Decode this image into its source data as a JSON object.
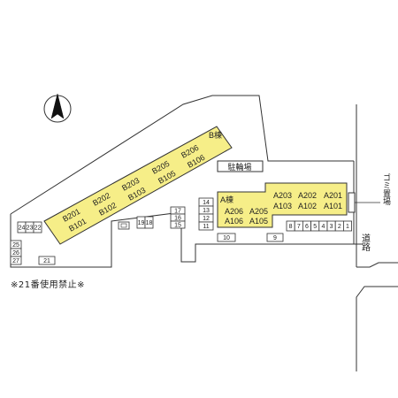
{
  "colors": {
    "building_fill": "#f6ee88",
    "line": "#333333",
    "background": "#ffffff"
  },
  "compass": {
    "icon": "north-arrow"
  },
  "building_b": {
    "name": "B棟",
    "units_upper": [
      "B201",
      "B202",
      "B203",
      "B205",
      "B206"
    ],
    "units_lower": [
      "B101",
      "B102",
      "B103",
      "B105",
      "B106"
    ]
  },
  "building_a": {
    "name": "A棟",
    "units_upper_right": [
      "A203",
      "A202",
      "A201"
    ],
    "units_lower_right": [
      "A103",
      "A102",
      "A101"
    ],
    "units_upper_left": [
      "A206",
      "A205"
    ],
    "units_lower_left": [
      "A106",
      "A105"
    ]
  },
  "bicycle_parking": "駐輪場",
  "garbage_area": "ゴミ置場",
  "road": "道路",
  "parking_spaces": {
    "left_top_row": [
      "24",
      "23",
      "22"
    ],
    "left_column": [
      "25",
      "26",
      "27"
    ],
    "bottom_single": "21",
    "middle_pair": [
      "19",
      "18"
    ],
    "center_column": [
      "17",
      "16",
      "15"
    ],
    "a_left_column": [
      "14",
      "13",
      "12",
      "11"
    ],
    "below_a": [
      "10",
      "9"
    ],
    "right_row": [
      "8",
      "7",
      "6",
      "5",
      "4",
      "3",
      "2",
      "1"
    ]
  },
  "footnote": "※21番使用禁止※"
}
